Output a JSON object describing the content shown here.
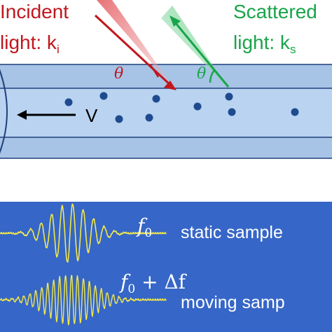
{
  "incident": {
    "line1": "Incident",
    "line2_prefix": "light: k",
    "line2_sub": "i",
    "color": "#c0171e"
  },
  "scattered": {
    "line1": "Scattered",
    "line2_prefix": "light: k",
    "line2_sub": "s",
    "color": "#19a44b"
  },
  "angle_symbol": "θ",
  "velocity_label": "V",
  "signals": {
    "static": {
      "freq_label_f": "f",
      "freq_label_sub": "0",
      "caption": "static sample"
    },
    "moving": {
      "freq_label_f": "f",
      "freq_label_sub": "0",
      "freq_label_rest": " + Δf",
      "caption": "moving samp"
    }
  },
  "colors": {
    "tube_fill": "#a7c4e6",
    "tube_inner": "#b9d3f0",
    "tube_edge": "#1f3f7a",
    "particle": "#1f4a8f",
    "panel_bg": "#3666c7",
    "waveform": "#f2e84a",
    "panel_text": "#ffffff"
  }
}
